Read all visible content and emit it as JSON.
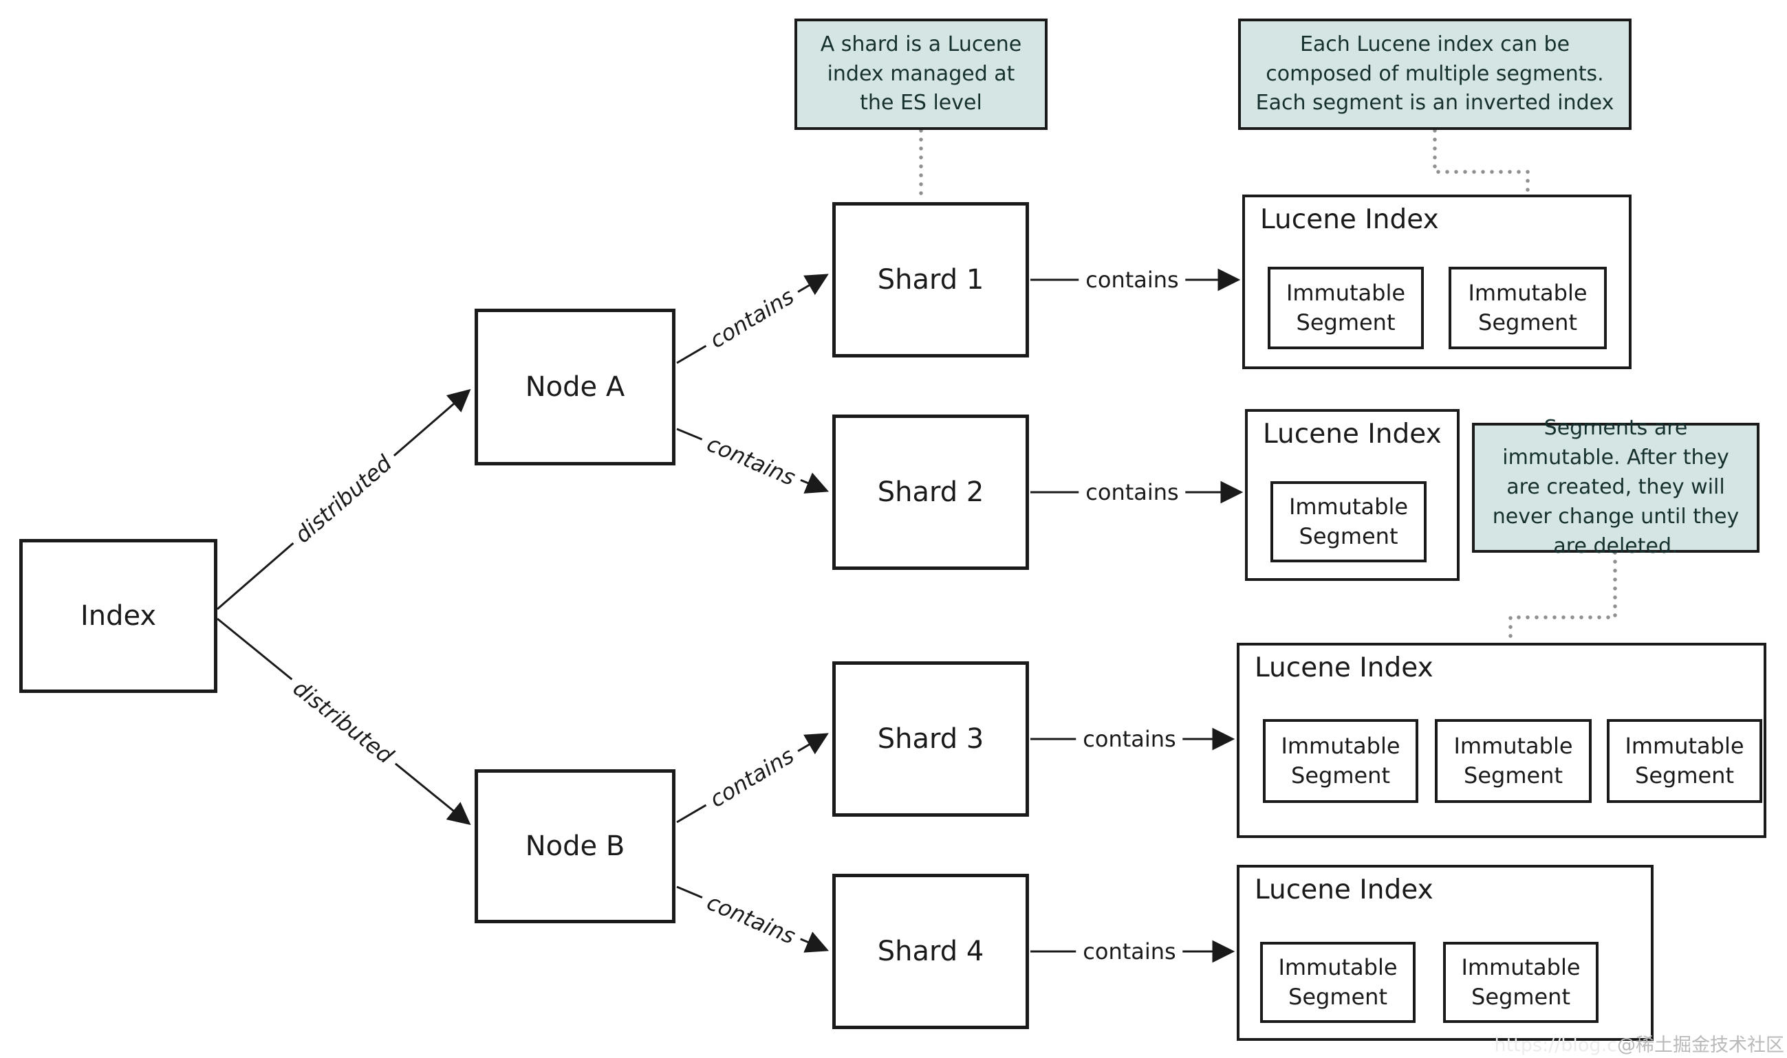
{
  "boxes": {
    "index": "Index",
    "node_a": "Node A",
    "node_b": "Node B",
    "shard_1": "Shard 1",
    "shard_2": "Shard 2",
    "shard_3": "Shard 3",
    "shard_4": "Shard 4"
  },
  "lucene_indexes": [
    {
      "title": "Lucene Index",
      "segments": [
        "Immutable Segment",
        "Immutable Segment"
      ]
    },
    {
      "title": "Lucene Index",
      "segments": [
        "Immutable Segment"
      ]
    },
    {
      "title": "Lucene Index",
      "segments": [
        "Immutable Segment",
        "Immutable Segment",
        "Immutable Segment"
      ]
    },
    {
      "title": "Lucene Index",
      "segments": [
        "Immutable Segment",
        "Immutable Segment"
      ]
    }
  ],
  "annotations": [
    {
      "text": "A shard is a Lucene index managed at the ES level"
    },
    {
      "text": "Each Lucene index can be composed of multiple segments. Each segment is an inverted index"
    },
    {
      "text": "Segments are immutable. After they are created, they will never change until they are deleted."
    }
  ],
  "edge_labels": {
    "distributed": "distributed",
    "contains": "contains"
  },
  "colors": {
    "box_border": "#1a1a1a",
    "text": "#1a1a1a",
    "annotation_bg": "#d5e5e3",
    "annotation_text": "#15302e",
    "dotted_connector": "#8f8f8f",
    "watermark_url": "#ececec",
    "watermark_site": "#b9b9b9"
  },
  "watermark": {
    "url_fragment": "https://blog.c",
    "site": "@稀土掘金技术社区"
  }
}
